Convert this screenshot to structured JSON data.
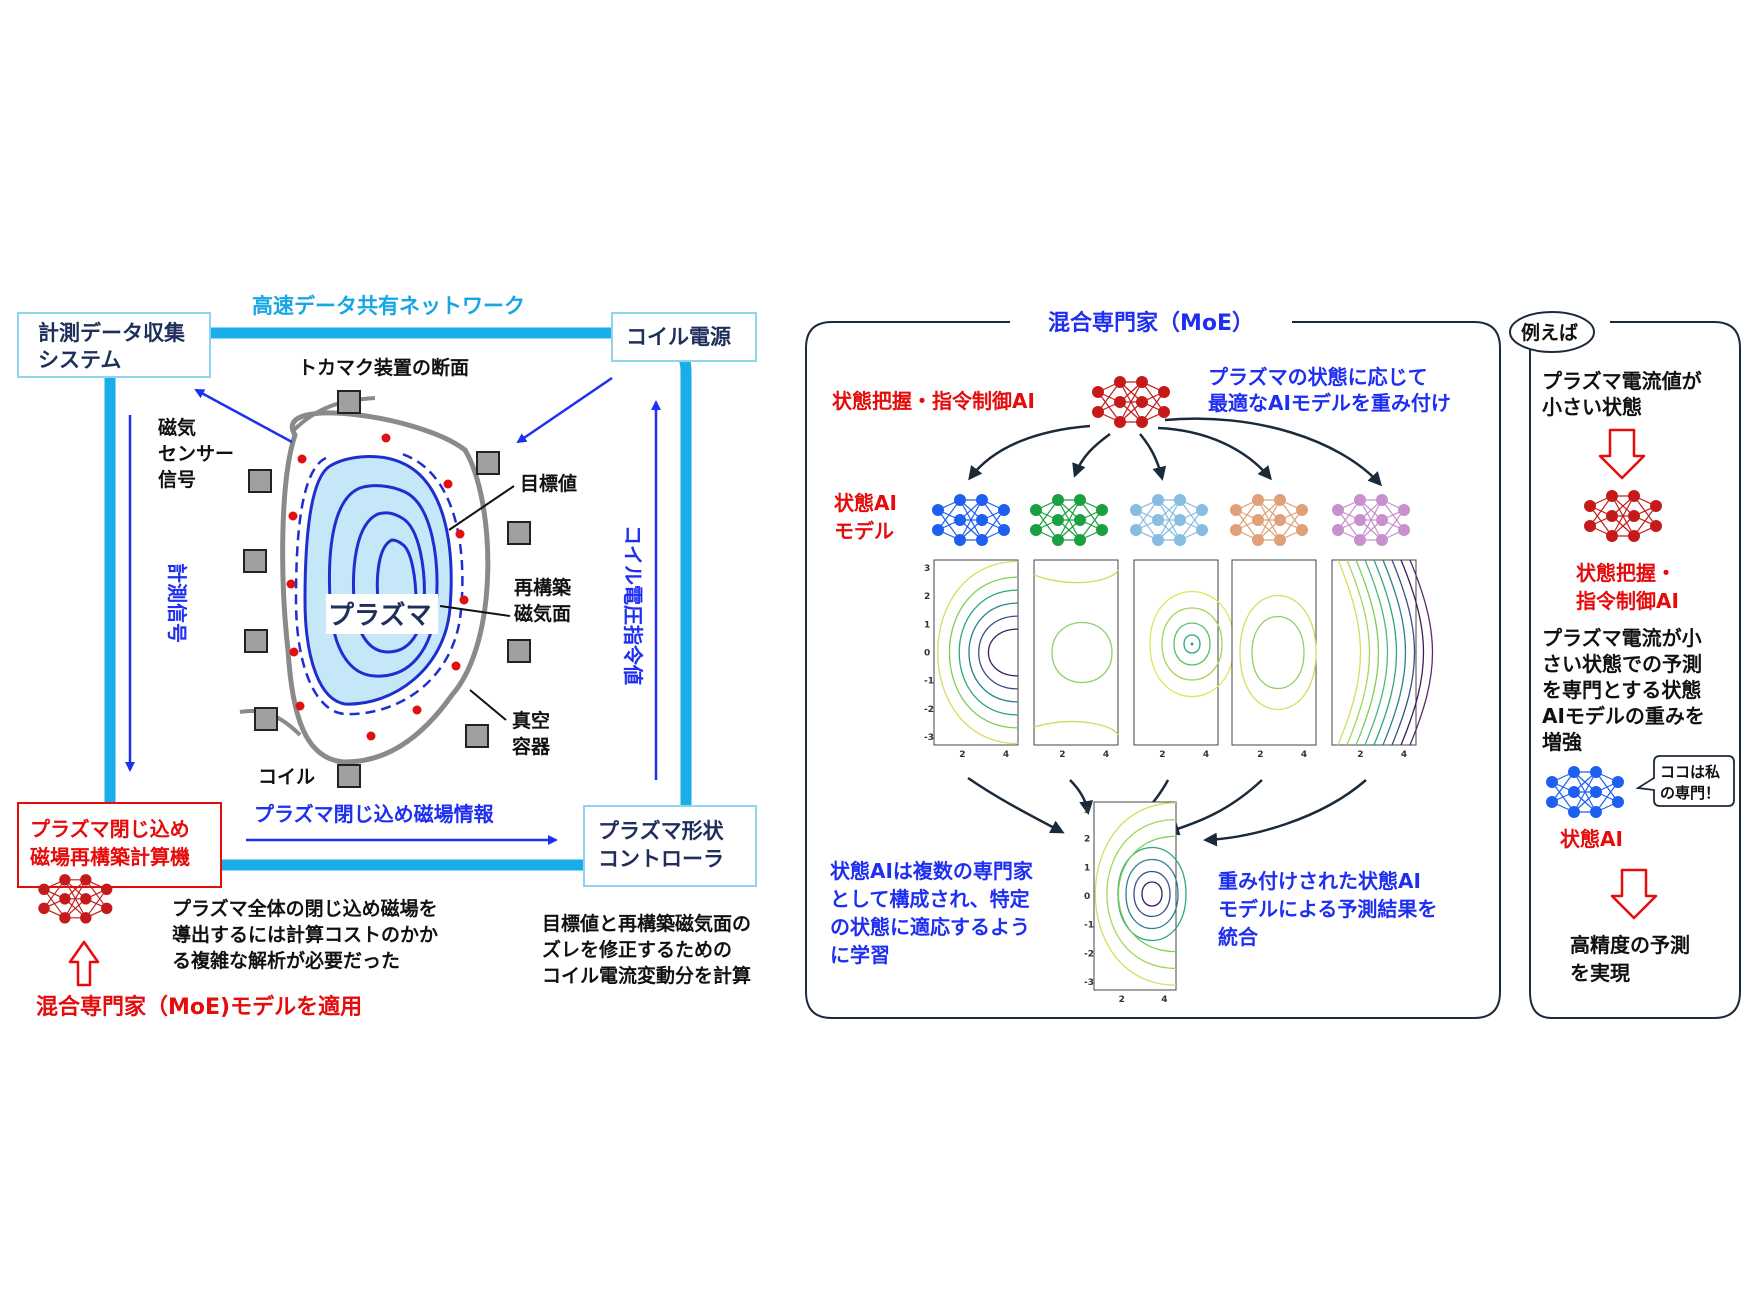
{
  "left": {
    "network_label": "高速データ共有ネットワーク",
    "box_measure": [
      "計測データ収集",
      "システム"
    ],
    "box_coil_power": "コイル電源",
    "tokamak_title": "トカマク装置の断面",
    "magnetic_sensor": [
      "磁気",
      "センサー",
      "信号"
    ],
    "target_value": "目標値",
    "reconstructed": [
      "再構築",
      "磁気面"
    ],
    "plasma": "プラズマ",
    "vacuum_vessel": [
      "真空",
      "容器"
    ],
    "coil": "コイル",
    "measure_signal": "計測信号",
    "coil_voltage": "コイル電圧指令値",
    "confine_info": "プラズマ閉じ込め磁場情報",
    "box_reconstruct": [
      "プラズマ閉じ込め",
      "磁場再構築計算機"
    ],
    "box_shape": [
      "プラズマ形状",
      "コントローラ"
    ],
    "desc_cost": [
      "プラズマ全体の閉じ込め磁場を",
      "導出するには計算コストのかか",
      "る複雑な解析が必要だった"
    ],
    "desc_target": [
      "目標値と再構築磁気面の",
      "ズレを修正するための",
      "コイル電流変動分を計算"
    ],
    "apply_moe": "混合専門家（MoE)モデルを適用"
  },
  "middle": {
    "title": "混合専門家（MoE）",
    "gating_label": "状態把握・指令制御AI",
    "weighting_desc": [
      "プラズマの状態に応じて",
      "最適なAIモデルを重み付け"
    ],
    "expert_label": [
      "状態AI",
      "モデル"
    ],
    "expert_desc": [
      "状態AIは複数の専門家",
      "として構成され、特定",
      "の状態に適応するよう",
      "に学習"
    ],
    "integrate_desc": [
      "重み付けされた状態AI",
      "モデルによる予測結果を",
      "統合"
    ],
    "expert_colors": [
      "#1f5ff0",
      "#1aa040",
      "#86bde0",
      "#e0a078",
      "#c890cc"
    ],
    "gating_color": "#c41a1a"
  },
  "right": {
    "badge": "例えば",
    "case": [
      "プラズマ電流値が",
      "小さい状態"
    ],
    "gating_label": [
      "状態把握・",
      "指令制御AI"
    ],
    "strengthen": [
      "プラズマ電流が小",
      "さい状態での予測",
      "を専門とする状態",
      "AIモデルの重みを",
      "増強"
    ],
    "bubble": [
      "ココは私",
      "の専門！"
    ],
    "state_ai": "状態AI",
    "result": [
      "高精度の予測",
      "を実現"
    ]
  },
  "plots": {
    "yticks": [
      "3",
      "2",
      "1",
      "0",
      "-1",
      "-2",
      "-3"
    ],
    "xticks": [
      "2",
      "4"
    ]
  }
}
